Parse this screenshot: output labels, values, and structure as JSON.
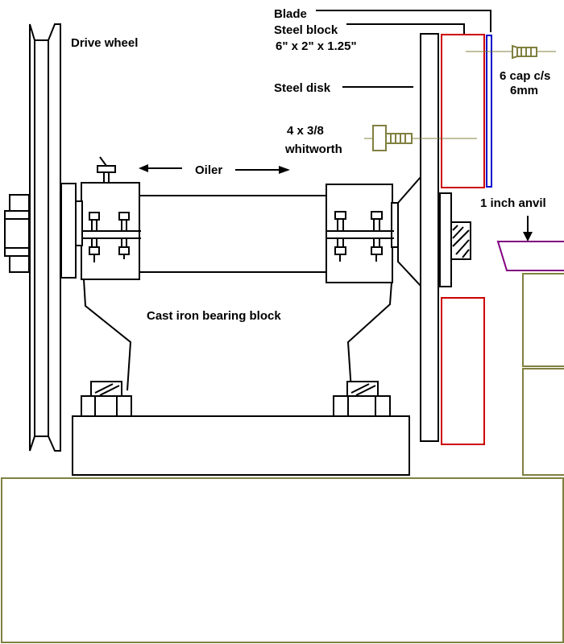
{
  "labels": {
    "drive_wheel": "Drive wheel",
    "blade": "Blade",
    "steel_block": "Steel block",
    "steel_block_dims": "6\" x 2\" x 1.25\"",
    "cap_screw_line1": "6 cap c/s",
    "cap_screw_line2": "6mm",
    "steel_disk": "Steel disk",
    "whitworth_line1": "4 x 3/8",
    "whitworth_line2": "whitworth",
    "oiler": "Oiler",
    "anvil": "1 inch anvil",
    "bearing_block": "Cast iron bearing block"
  },
  "colors": {
    "outline": "#000000",
    "steel_block": "#cc0000",
    "blade": "#0000cc",
    "screws": "#808040",
    "anvil": "#800080",
    "bench": "#808040"
  }
}
